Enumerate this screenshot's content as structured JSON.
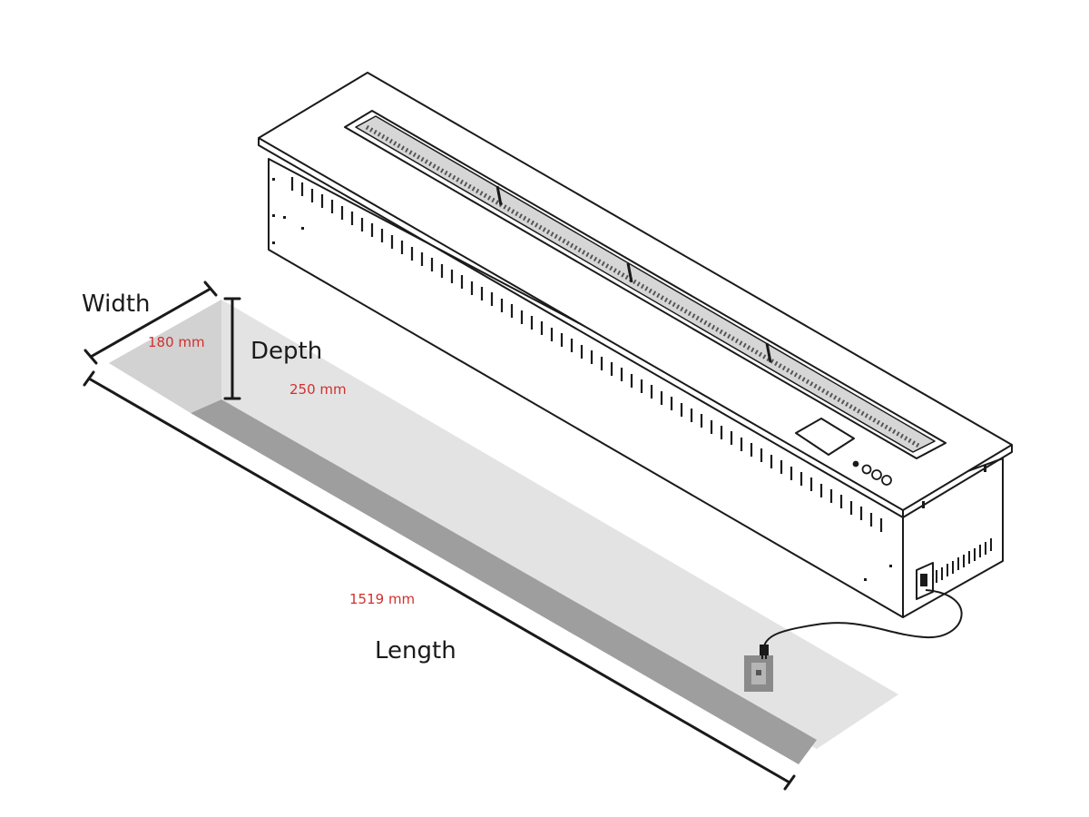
{
  "labels": {
    "width": "Width",
    "depth": "Depth",
    "length": "Length"
  },
  "measurements": {
    "width": "180 mm",
    "depth": "250 mm",
    "length": "1519 mm"
  },
  "colors": {
    "cavity_floor": "#e3e3e3",
    "cavity_wall": "#9e9e9e",
    "outline": "#1a1a1a",
    "measurement_text": "#d32f2f",
    "outlet_box": "#8a8a8a"
  }
}
